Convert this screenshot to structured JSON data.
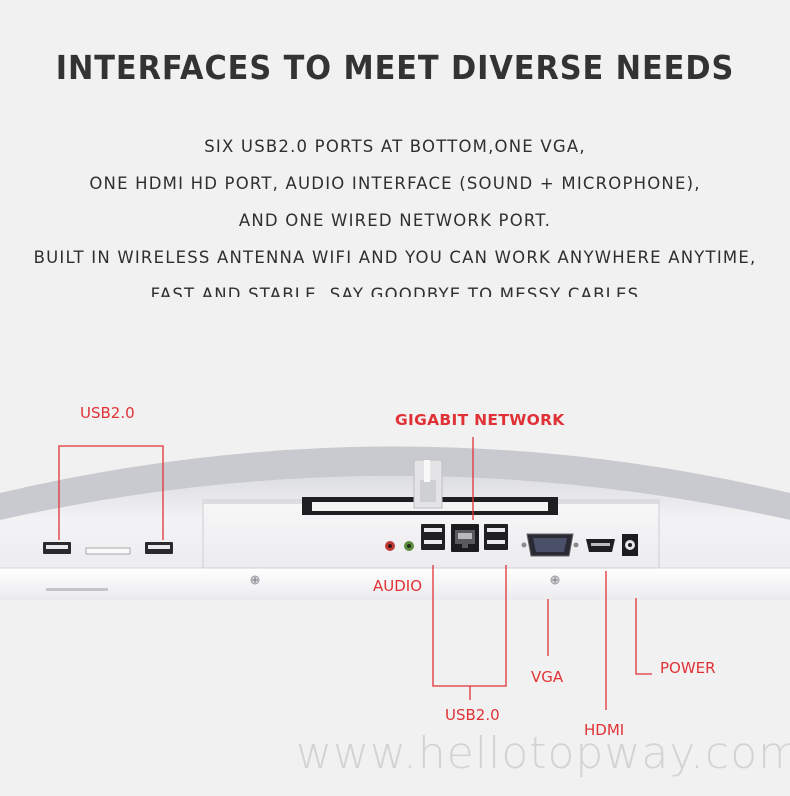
{
  "headline": "INTERFACES TO MEET DIVERSE NEEDS",
  "description": [
    "SIX USB2.0 PORTS AT BOTTOM,ONE VGA,",
    "ONE HDMI HD PORT, AUDIO INTERFACE (SOUND + MICROPHONE),",
    "AND ONE WIRED NETWORK PORT.",
    "BUILT IN WIRELESS ANTENNA WIFI AND YOU CAN WORK ANYWHERE ANYTIME,",
    "FAST AND STABLE, SAY GOODBYE TO MESSY CABLES"
  ],
  "labels": {
    "usb_side": "USB2.0",
    "gigabit": "GIGABIT NETWORK",
    "audio": "AUDIO",
    "usb_rear": "USB2.0",
    "vga": "VGA",
    "hdmi": "HDMI",
    "power": "POWER"
  },
  "watermark": "www.hellotopway.com",
  "colors": {
    "accent": "#e03236",
    "text": "#333333",
    "background": "#f2f1f1"
  }
}
